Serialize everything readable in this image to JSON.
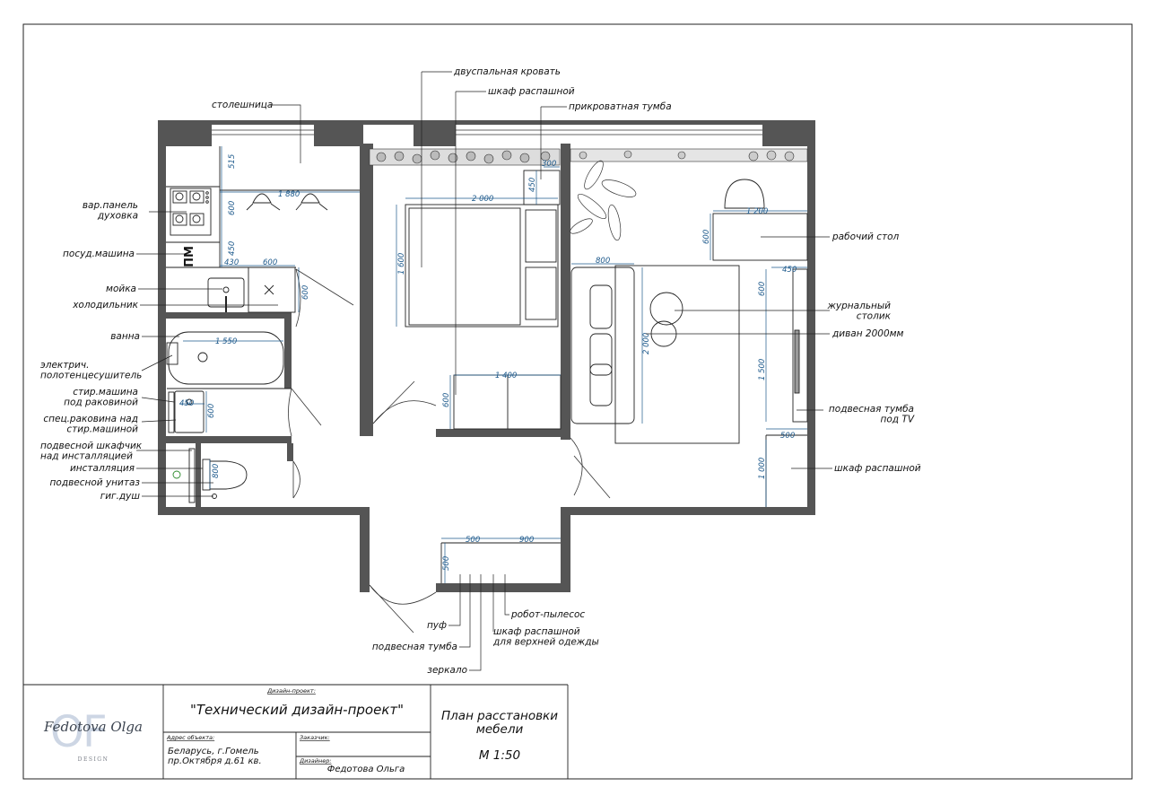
{
  "colors": {
    "wall": "#555555",
    "dimension": "#1e5a8c",
    "line": "#222222"
  },
  "labels": {
    "double_bed": "двуспальная кровать",
    "wardrobe_swing": "шкаф распашной",
    "bedside_table": "прикроватная тумба",
    "countertop": "столешница",
    "hob_oven": "вар.панель\nдуховка",
    "dishwasher": "посуд.машина",
    "sink": "мойка",
    "fridge": "холодильник",
    "bath": "ванна",
    "towel_dryer": "электрич.\nполотенцесушитель",
    "washer": "стир.машина\nпод раковиной",
    "special_sink": "спец.раковина над\nстир.машиной",
    "wall_cabinet": "подвесной шкафчик\nнад инсталляцией",
    "installation": "инсталляция",
    "wall_toilet": "подвесной унитаз",
    "hyg_shower": "гиг.душ",
    "desk": "рабочий стол",
    "coffee_table": "журнальный\nстолик",
    "sofa": "диван 2000мм",
    "tv_unit": "подвесная тумба\nпод TV",
    "wardrobe_living": "шкаф распашной",
    "pouf": "пуф",
    "hanging_unit": "подвесная тумба",
    "mirror": "зеркало",
    "robot_vacuum": "робот-пылесос",
    "wardrobe_outer": "шкаф распашной\nдля верхней одежды",
    "dishwasher_mark": "ПМ"
  },
  "dimensions": {
    "k515": "515",
    "k600": "600",
    "k450": "450",
    "k880": "1 880",
    "k430": "430",
    "k600b": "600",
    "k600c": "600",
    "bath1550": "1 550",
    "b450": "450",
    "b600": "600",
    "w800": "800",
    "bed2000": "2 000",
    "bed1600": "1 600",
    "n450": "450",
    "n300": "300",
    "wr1400": "1 400",
    "wr600": "600",
    "desk1200": "1 200",
    "desk600": "600",
    "sofa800": "800",
    "sofa2000": "2 000",
    "tv450": "450",
    "tv600": "600",
    "tv1500": "1 500",
    "wl500": "500",
    "wl1000": "1 000",
    "h500": "500",
    "h900": "900",
    "h500v": "500"
  },
  "title_block": {
    "logo_text": "Fedotova Olga",
    "logo_sub": "DESIGN",
    "project_label": "Дизайн-проект:",
    "project_name": "\"Технический дизайн-проект\"",
    "address_label": "Адрес объекта:",
    "address": "Беларусь, г.Гомель\nпр.Октября д.61 кв.",
    "client_label": "Заказчик:",
    "designer_label": "Дизайнер:",
    "designer": "Федотова Ольга",
    "sheet_title": "План расстановки\nмебели",
    "scale": "М 1:50"
  }
}
